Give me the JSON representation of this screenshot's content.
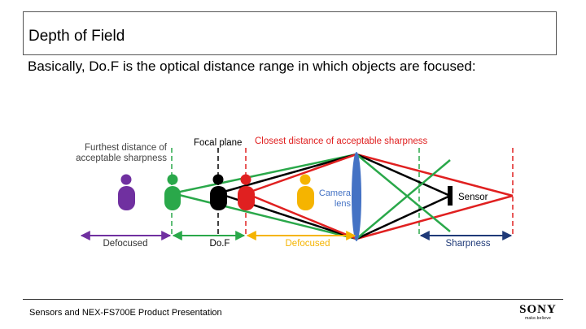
{
  "slide": {
    "title": "Depth of Field",
    "subtitle": "Basically, Do.F is the optical distance range in which objects are focused:"
  },
  "labels": {
    "furthest_line1": "Furthest distance of",
    "furthest_line2": "acceptable sharpness",
    "focal_plane": "Focal plane",
    "closest": "Closest distance of acceptable sharpness",
    "camera_line1": "Camera",
    "camera_line2": "lens",
    "sensor": "Sensor"
  },
  "ranges": {
    "defocused_far": "Defocused",
    "dof": "Do.F",
    "defocused_near": "Defocused",
    "sharpness": "Sharpness"
  },
  "footer": {
    "text": "Sensors and NEX-FS700E Product Presentation",
    "logo_text": "SONY",
    "logo_tagline": "make.believe"
  },
  "colors": {
    "purple": "#7030a0",
    "green": "#2aa84a",
    "black": "#000000",
    "red": "#e02020",
    "amber": "#f5b400",
    "lens_blue": "#4472c4",
    "navy": "#1f3a78"
  }
}
